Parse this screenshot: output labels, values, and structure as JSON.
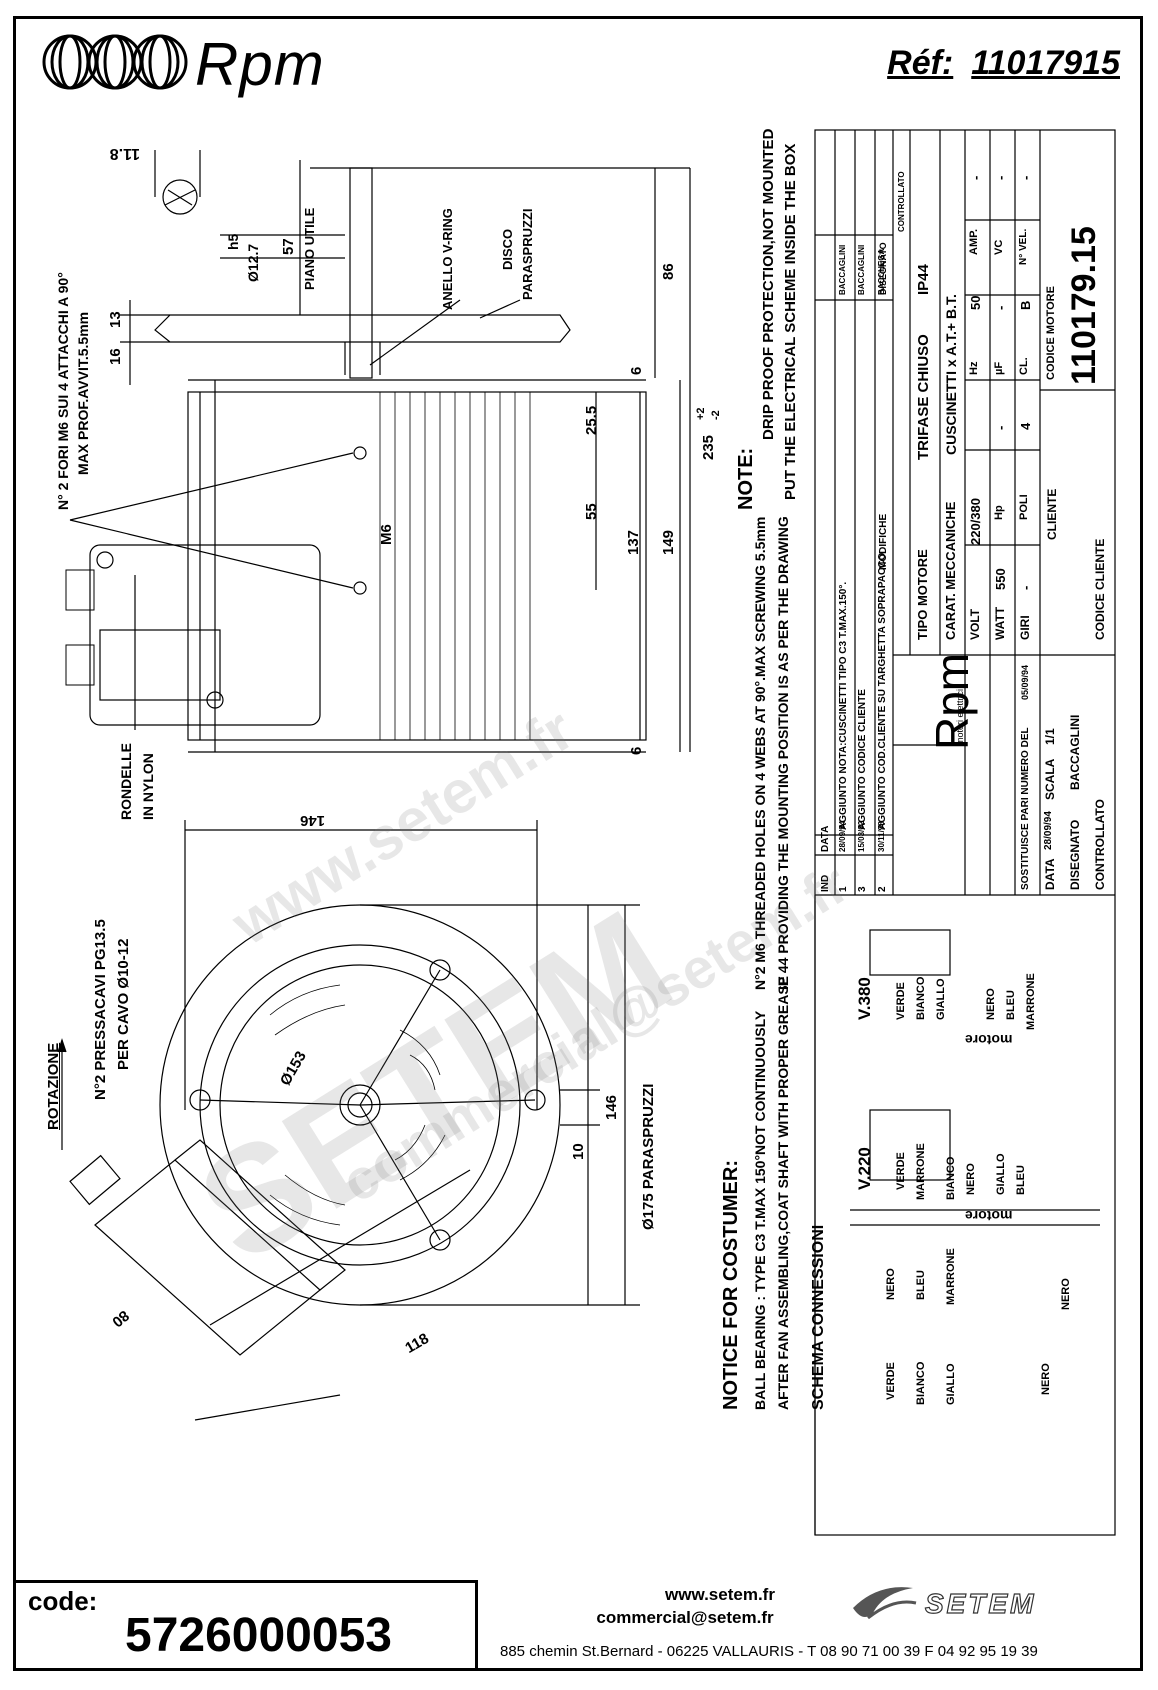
{
  "header": {
    "brand": "Rpm",
    "ref_label": "Réf:",
    "ref_value": "11017915"
  },
  "dimensions": {
    "shaft_flat": "11.8",
    "shaft_dia": "Ø12.7",
    "shaft_tol": "h5",
    "d57": "57",
    "piano_utile": "PIANO UTILE",
    "d86": "86",
    "d13": "13",
    "d16": "16",
    "d6_top": "6",
    "d6_bottom": "6",
    "d25_5": "25.5",
    "d55": "55",
    "d137": "137",
    "d149": "149",
    "d235": "235",
    "tol_plus": "+2",
    "tol_minus": "-2",
    "m6": "M6",
    "d146_top": "146",
    "d146_side": "146",
    "d153": "Ø153",
    "d175": "Ø175 PARASPRUZZI",
    "d10": "10",
    "d118": "118",
    "d80": "80"
  },
  "labels": {
    "fori": "N° 2 FORI M6 SUI  4 ATTACCHI A 90°",
    "max_prof": "MAX PROF.AVVIT.5.5mm",
    "anello": "ANELLO V-RING",
    "disco": "DISCO",
    "paraspruzzi": "PARASPRUZZI",
    "rondelle": "RONDELLE",
    "in_nylon": "IN NYLON",
    "rotazione": "ROTAZIONE",
    "pressacavi": "N°2 PRESSACAVI PG13.5",
    "per_cavo": "PER CAVO Ø10-12"
  },
  "notes": {
    "note_title": "NOTE:",
    "note1": "DRIP PROOF PROTECTION,NOT MOUNTED",
    "note2": "PUT THE ELECTRICAL SCHEME INSIDE THE BOX",
    "holes1": "N°2 M6 THREADED HOLES ON 4 WEBS AT 90°.MAX SCREWING 5.5mm",
    "holes2": "IP 44 PROVIDING THE MOUNTING POSITION IS AS PER THE DRAWING",
    "notice_title": "NOTICE FOR COSTUMER:",
    "notice1": "BALL BEARING : TYPE C3 T.MAX 150°NOT CONTINUOUSLY",
    "notice2": "AFTER FAN ASSEMBLING,COAT SHAFT WITH PROPER GREASE"
  },
  "schema": {
    "title": "SCHEMA CONNESSIONI",
    "v220": "V.220",
    "v380": "V.380",
    "motore": "motore",
    "wires": [
      "VERDE",
      "BIANCO",
      "GIALLO",
      "NERO",
      "BLEU",
      "MARRONE"
    ],
    "nero": "NERO"
  },
  "title_block": {
    "revisions": [
      {
        "ind": "3",
        "date": "15/03/02",
        "text": "AGGIUNTO CODICE CLIENTE",
        "by": "BACCAGLINI"
      },
      {
        "ind": "2",
        "date": "30/11/98",
        "text": "AGGIUNTO COD.CLIENTE SU TARGHETTA SOPRAPACCO",
        "by": "BACCHEGA"
      },
      {
        "ind": "1",
        "date": "28/09/94",
        "text": "AGGIUNTO NOTA:CUSCINETTI TIPO C3 T.MAX.150°.",
        "by": "BACCAGLINI"
      }
    ],
    "col_ind": "IND",
    "col_data": "DATA",
    "col_modifiche": "MODIFICHE",
    "col_disegnato": "DISEGNATO",
    "col_controllato": "CONTROLLATO",
    "logo": "Rpm",
    "logo_sub": "motori elettrici",
    "tipo_motore_label": "TIPO MOTORE",
    "tipo_motore": "TRIFASE CHIUSO",
    "ip": "IP44",
    "carat_label": "CARAT. MECCANICHE",
    "carat": "CUSCINETTI x A.T.+ B.T.",
    "volt_label": "VOLT",
    "volt": "220/380",
    "hz_label": "Hz",
    "hz": "50",
    "amp_label": "AMP.",
    "amp": "-",
    "watt_label": "WATT",
    "watt": "550",
    "hp_label": "Hp",
    "hp": "-",
    "uf_label": "µF",
    "uf": "-",
    "vc_label": "VC",
    "vc": "-",
    "giri_label": "GIRI",
    "giri": "-",
    "poli_label": "POLI",
    "poli": "4",
    "cl_label": "CL.",
    "cl": "B",
    "nvel_label": "N° VEL.",
    "nvel": "-",
    "sostituisce": "SOSTITUISCE PARI NUMERO DEL",
    "sost_date": "05/09/94",
    "data_label": "DATA",
    "data": "28/09/94",
    "scala_label": "SCALA",
    "scala": "1/1",
    "disegnato_label": "DISEGNATO",
    "disegnato": "BACCAGLINI",
    "controllato_label": "CONTROLLATO",
    "cliente_label": "CLIENTE",
    "codice_cliente_label": "CODICE CLIENTE",
    "codice_motore_label": "CODICE MOTORE",
    "codice_motore": "110179.15"
  },
  "footer": {
    "code_label": "code:",
    "code_value": "5726000053",
    "website": "www.setem.fr",
    "email": "commercial@setem.fr",
    "address": "885 chemin St.Bernard  -  06225 VALLAURIS  -  T 08 90 71 00 39   F 04 92 95 19 39",
    "setem_logo": "SETEM"
  },
  "watermark": {
    "site": "www.setem.fr",
    "name": "SETEM",
    "mail": "commercial@setem.fr"
  }
}
